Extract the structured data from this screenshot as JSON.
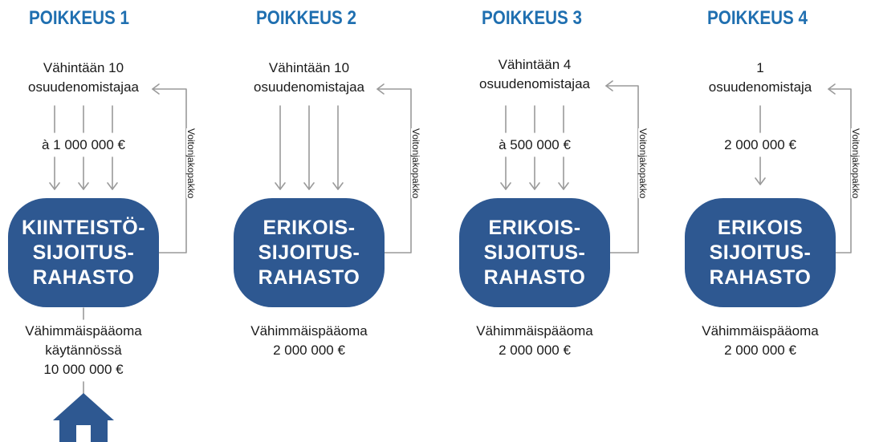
{
  "colors": {
    "heading": "#1f6fb0",
    "fund_box": "#2e5891",
    "lines": "#9a9a9a",
    "text": "#1a1a1a"
  },
  "icons": [
    "house-icon"
  ],
  "exceptions": [
    {
      "heading": "POIKKEUS 1",
      "holders": [
        "Vähintään 10",
        "osuudenomistajaa"
      ],
      "investment": "à 1 000 000 €",
      "fund": [
        "KIINTEISTÖ-",
        "SIJOITUS-",
        "RAHASTO"
      ],
      "side_label": "Voitonjakopakko",
      "capital": [
        "Vähimmäispääoma",
        "käytännössä",
        "10 000 000 €"
      ]
    },
    {
      "heading": "POIKKEUS 2",
      "holders": [
        "Vähintään 10",
        "osuudenomistajaa"
      ],
      "investment": "",
      "fund": [
        "ERIKOIS-",
        "SIJOITUS-",
        "RAHASTO"
      ],
      "side_label": "Voitonjakopakko",
      "capital": [
        "Vähimmäispääoma",
        "2 000 000 €"
      ]
    },
    {
      "heading": "POIKKEUS 3",
      "holders": [
        "Vähintään 4",
        "osuudenomistajaa"
      ],
      "investment": "à 500 000 €",
      "fund": [
        "ERIKOIS-",
        "SIJOITUS-",
        "RAHASTO"
      ],
      "side_label": "Voitonjakopakko",
      "capital": [
        "Vähimmäispääoma",
        "2 000 000 €"
      ]
    },
    {
      "heading": "POIKKEUS 4",
      "holders": [
        "1",
        "osuudenomistaja"
      ],
      "investment": "2 000 000 €",
      "fund": [
        "ERIKOIS",
        "SIJOITUS-",
        "RAHASTO"
      ],
      "side_label": "Voitonjakopakko",
      "capital": [
        "Vähimmäispääoma",
        "2 000 000 €"
      ]
    }
  ]
}
